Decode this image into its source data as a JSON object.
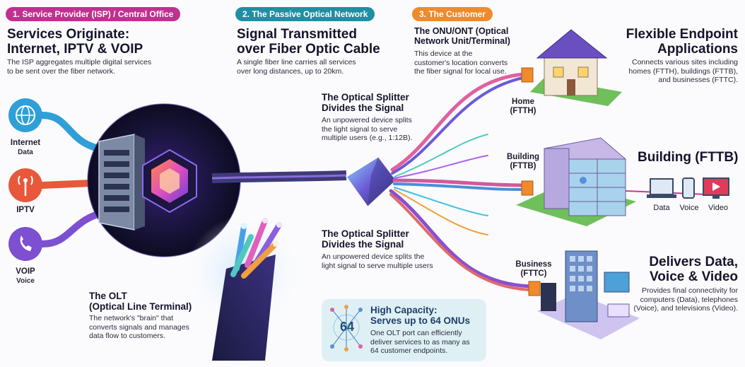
{
  "sections": {
    "isp_badge": "1. Service Provider (ISP) / Central Office",
    "pon_badge": "2. The Passive Optical Network",
    "customer_badge": "3. The Customer"
  },
  "isp": {
    "title_line1": "Services Originate:",
    "title_line2": "Internet, IPTV & VOIP",
    "desc": "The ISP aggregates multiple digital services to be sent over the fiber network."
  },
  "services": [
    {
      "name": "Internet",
      "sub": "Data",
      "icon": "globe-icon"
    },
    {
      "name": "IPTV",
      "sub": "",
      "icon": "antenna-icon"
    },
    {
      "name": "VOIP",
      "sub": "Voice",
      "icon": "phone-icon"
    }
  ],
  "olt": {
    "title_line1": "The OLT",
    "title_line2": "(Optical Line Terminal)",
    "desc": "The network's \"brain\" that converts signals and manages data flow to customers."
  },
  "fiber": {
    "title_line1": "Signal Transmitted",
    "title_line2": "over Fiber Optic Cable",
    "desc": "A single fiber line carries all services over long distances, up to 20km."
  },
  "splitter_top": {
    "title_line1": "The Optical Splitter",
    "title_line2": "Divides the Signal",
    "desc": "An unpowered device splits the light signal to serve multiple users (e.g., 1:12B)."
  },
  "splitter_bottom": {
    "title_line1": "The Optical Splitter",
    "title_line2": "Divides the Signal",
    "desc": "An unpowered device splits the light signal to serve multiple users"
  },
  "capacity": {
    "number": "64",
    "title_line1": "High Capacity:",
    "title_line2": "Serves up to 64 ONUs",
    "desc": "One OLT port can efficiently deliver services to as many as 64 customer endpoints."
  },
  "onu": {
    "title_line1": "The ONU/ONT (Optical",
    "title_line2": "Network Unit/Terminal)",
    "desc": "This device at the customer's location converts the fiber signal for local use."
  },
  "endpoints": {
    "title_line1": "Flexible Endpoint",
    "title_line2": "Applications",
    "desc": "Connects various sites including homes (FTTH), buildings (FTTB), and businesses (FTTC)."
  },
  "home": {
    "label_line1": "Home",
    "label_line2": "(FTTH)"
  },
  "building": {
    "label_line1": "Building",
    "label_line2": "(FTTB)",
    "heading": "Building (FTTB)"
  },
  "devices": [
    {
      "name": "Data",
      "icon": "laptop-icon"
    },
    {
      "name": "Voice",
      "icon": "smartphone-icon"
    },
    {
      "name": "Video",
      "icon": "television-icon"
    }
  ],
  "business": {
    "label_line1": "Business",
    "label_line2": "(FTTC)"
  },
  "delivers": {
    "title_line1": "Delivers Data,",
    "title_line2": "Voice & Video",
    "desc": "Provides final connectivity for computers (Data), telephones (Voice), and televisions (Video)."
  },
  "colors": {
    "isp": "#c2308f",
    "pon": "#1f8fa3",
    "customer": "#f08a2a",
    "internet": "#2f9fd8",
    "iptv": "#e8583a",
    "voip": "#7d4fd1",
    "capacity_bg": "#dff0f5"
  }
}
